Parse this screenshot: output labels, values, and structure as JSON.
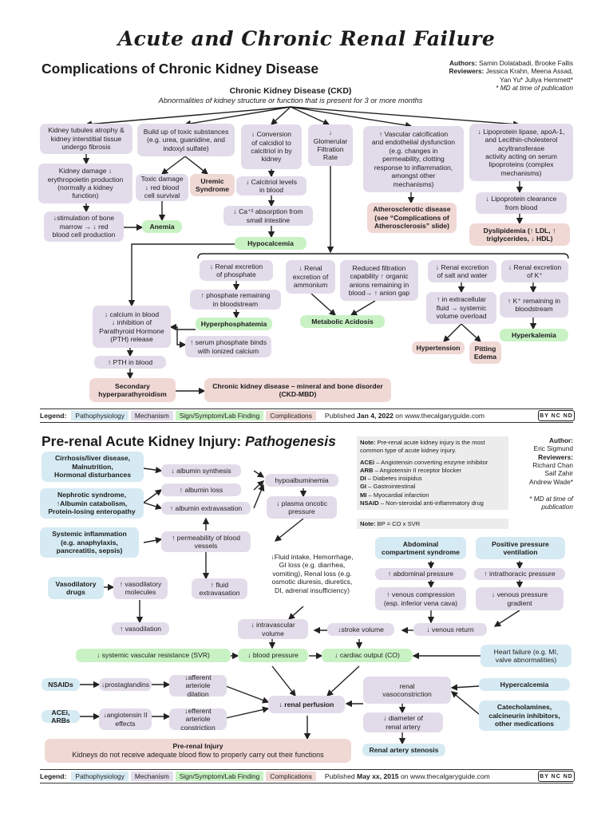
{
  "title": "Acute and Chronic Renal Failure",
  "ckd": {
    "heading": "Complications of Chronic Kidney Disease",
    "authors_label": "Authors:",
    "authors": "Samin Dolatabadi, Brooke Fallis",
    "reviewers_label": "Reviewers:",
    "reviewers": "Jessica Krahn, Meena Assad,\nYan Yu* Juliya Hemmett*",
    "md_note": "* MD at time of publication",
    "root_title": "Chronic Kidney Disease (CKD)",
    "root_sub": "Abnormalities of kidney structure or function that is present for 3 or more months",
    "nodes": {
      "tubules": "Kidney tubules atrophy &\nkidney interstitial tissue\nundergo fibrosis",
      "damage": "Kidney damage ↓\nerythropoietin production\n(normally a kidney\nfunction)",
      "marrow": "↓stimulation of bone\nmarrow → ↓ red\nblood cell production",
      "toxic_buildup": "Build up of toxic substances\n(e.g. urea, guanidine, and\nindoxyl sulfate)",
      "toxic_damage": "Toxic damage\n↓ red blood\ncell survival",
      "uremic": "Uremic\nSyndrome",
      "anemia": "Anemia",
      "calcidiol": "↓ Conversion\nof calcidiol to\ncalcitriol in by\nkidney",
      "calcitriol": "↓ Calcitriol levels\nin blood",
      "ca_absorb": "↓ Ca⁺² absorption from\nsmall intestine",
      "hypocalcemia": "Hypocalcemia",
      "gfr": "↓\nGlomerular\nFiltration\nRate",
      "vascular": "↑ Vascular calcification\nand endothelial dysfunction\n(e.g. changes in\npermeability, clotting\nresponse to inflammation,\namongst other\nmechanisms)",
      "athero": "Atherosclerotic disease\n(see “Complications of\nAtherosclerosis” slide)",
      "lipo": "↓ Lipoprotein lipase, apoA-1,\nand Lecithin-cholesterol\nacyltransferase\nactivity acting on serum\nlipoproteins (complex\nmechanisms)",
      "lipo_clear": "↓ Lipoprotein clearance\nfrom blood",
      "dyslipidemia": "Dyslipidemia (↑ LDL, ↑\ntriglycerides, ↓ HDL)",
      "renal_phos": "↓ Renal excretion\nof phosphate",
      "renal_amm": "↓ Renal\nexcretion of\nammonium",
      "reduced_filt": "Reduced filtration\ncapability ↑ organic\nanions remaining in\nblood→ ↑ anion gap",
      "renal_salt": "↓ Renal excretion\nof salt and water",
      "renal_k": "↓ Renal excretion\nof K⁺",
      "phos_remain": "↑ phosphate remaining\nin bloodstream",
      "hyperphos": "Hyperphosphatemia",
      "metab_acid": "Metabolic Acidosis",
      "extracell": "↑ in extracellular\nfluid → systemic\nvolume overload",
      "k_remain": "↑ K⁺ remaining in\nbloodstream",
      "hyperk": "Hyperkalemia",
      "hypertension": "Hypertension",
      "edema": "Pitting\nEdema",
      "ca_blood": "↓ calcium in blood\n↓ inhibition of\nParathyroid Hormone\n(PTH) release",
      "serum_phos": "↑ serum phosphate binds\nwith ionized calcium",
      "pth": "↑ PTH in blood",
      "secondary": "Secondary\nhyperparathyroidism",
      "mbd": "Chronic kidney disease – mineral and bone disorder\n(CKD-MBD)"
    }
  },
  "legend1": {
    "label": "Legend:",
    "items": [
      "Pathophysiology",
      "Mechanism",
      "Sign/Symptom/Lab Finding",
      "Complications"
    ],
    "published_prefix": "Published",
    "published_date": "Jan 4, 2022",
    "published_suffix": "on www.thecalgaryguide.com",
    "cc": "BY NC ND"
  },
  "aki": {
    "heading_main": "Pre-renal Acute Kidney Injury: ",
    "heading_italic": "Pathogenesis",
    "note_lines": [
      {
        "bold": "Note:",
        "text": " Pre-renal acute kidney injury is the most common type of acute kidney injury."
      },
      {
        "bold": "ACEi",
        "text": " – Angiotensin converting enzyme inhibitor"
      },
      {
        "bold": "ARB",
        "text": " – Angiotensin II receptor blocker"
      },
      {
        "bold": "DI",
        "text": " – Diabetes insipidus"
      },
      {
        "bold": "GI",
        "text": " – Gastrointestinal"
      },
      {
        "bold": "MI",
        "text": " – Myocardial infarction"
      },
      {
        "bold": "NSAID",
        "text": " – Non-steroidal anti-inflammatory drug"
      }
    ],
    "note_bp_bold": "Note:",
    "note_bp": " BP = CO x SVR",
    "author_label": "Author:",
    "author": "Eric Sigmund",
    "reviewers_label": "Reviewers:",
    "reviewers": "Richard Chan\nSaif Zahir\nAndrew Wade*",
    "md_note": "* MD at time of\npublication",
    "nodes": {
      "cirrhosis": "Cirrhosis/liver disease,\nMalnutrition,\nHormonal disturbances",
      "nephrotic": "Nephrotic syndrome,\n↑Albumin catabolism,\nProtein-losing enteropathy",
      "sys_inflam": "Systemic inflammation\n(e.g. anaphylaxis,\npancreatitis, sepsis)",
      "vasodil_drugs": "Vasodilatory\ndrugs",
      "vasodil_mol": "↑ vasodilatory\nmolecules",
      "alb_synth": "↓ albumin synthesis",
      "alb_loss": "↑ albumin loss",
      "alb_extrav": "↑ albumin extravasation",
      "perm": "↑ permeability of blood\nvessels",
      "fluid_extrav": "↑ fluid\nextravasation",
      "hypoalb": "hypoalbuminemia",
      "plasma_onc": "↓ plasma oncotic\npressure",
      "fluid_intake": "↓Fluid intake, Hemorrhage,\nGI loss (e.g. diarrhea,\nvomiting), Renal loss (e.g.\nosmotic diuresis, diuretics,\nDI, adrenal insufficiency)",
      "abd_comp": "Abdominal\ncompartment syndrome",
      "abd_press": "↑ abdominal pressure",
      "venous_comp": "↑ venous compression\n(esp. inferior vena cava)",
      "pos_press": "Positive pressure\nventilation",
      "intrathor": "↑ intrathoracic pressure",
      "venous_grad": "↓ venous pressure\ngradient",
      "vasodilation": "↑ vasodilation",
      "ivv": "↓ intravascular\nvolume",
      "stroke": "↓stroke volume",
      "venous_ret": "↓ venous return",
      "svr": "↓ systemic vascular resistance (SVR)",
      "bp": "↓ blood pressure",
      "co": "↓ cardiac output (CO)",
      "heart_failure": "Heart failure (e.g. MI,\nvalve abnormalities)",
      "nsaids": "NSAIDs",
      "prosta": "↓prostaglandins",
      "aff_dil": "↓afferent arteriole\ndilation",
      "acei": "ACEi, ARBs",
      "angio": "↓angiotensin II\neffects",
      "eff_con": "↓efferent arteriole\nconstriction",
      "perfusion": "↓ renal perfusion",
      "renal_vaso": "renal\nvasoconstriction",
      "diam": "↓ diameter of\nrenal artery",
      "stenosis": "Renal artery stenosis",
      "hypercalc": "Hypercalcemia",
      "catechol": "Catecholamines,\ncalcineurin inhibitors,\nother medications",
      "prerenal_title": "Pre-renal Injury",
      "prerenal_sub": "Kidneys do not receive adequate blood flow to properly carry out their functions"
    }
  },
  "legend2": {
    "label": "Legend:",
    "items": [
      "Pathophysiology",
      "Mechanism",
      "Sign/Symptom/Lab Finding",
      "Complications"
    ],
    "published_prefix": "Published",
    "published_date": "May xx, 2015",
    "published_suffix": "on www.thecalgaryguide.com",
    "cc": "BY NC ND"
  },
  "colors": {
    "pathophysiology": "#d6eaf3",
    "mechanism": "#e2dcea",
    "sign": "#c9f2c4",
    "complications": "#f0d8d5"
  }
}
